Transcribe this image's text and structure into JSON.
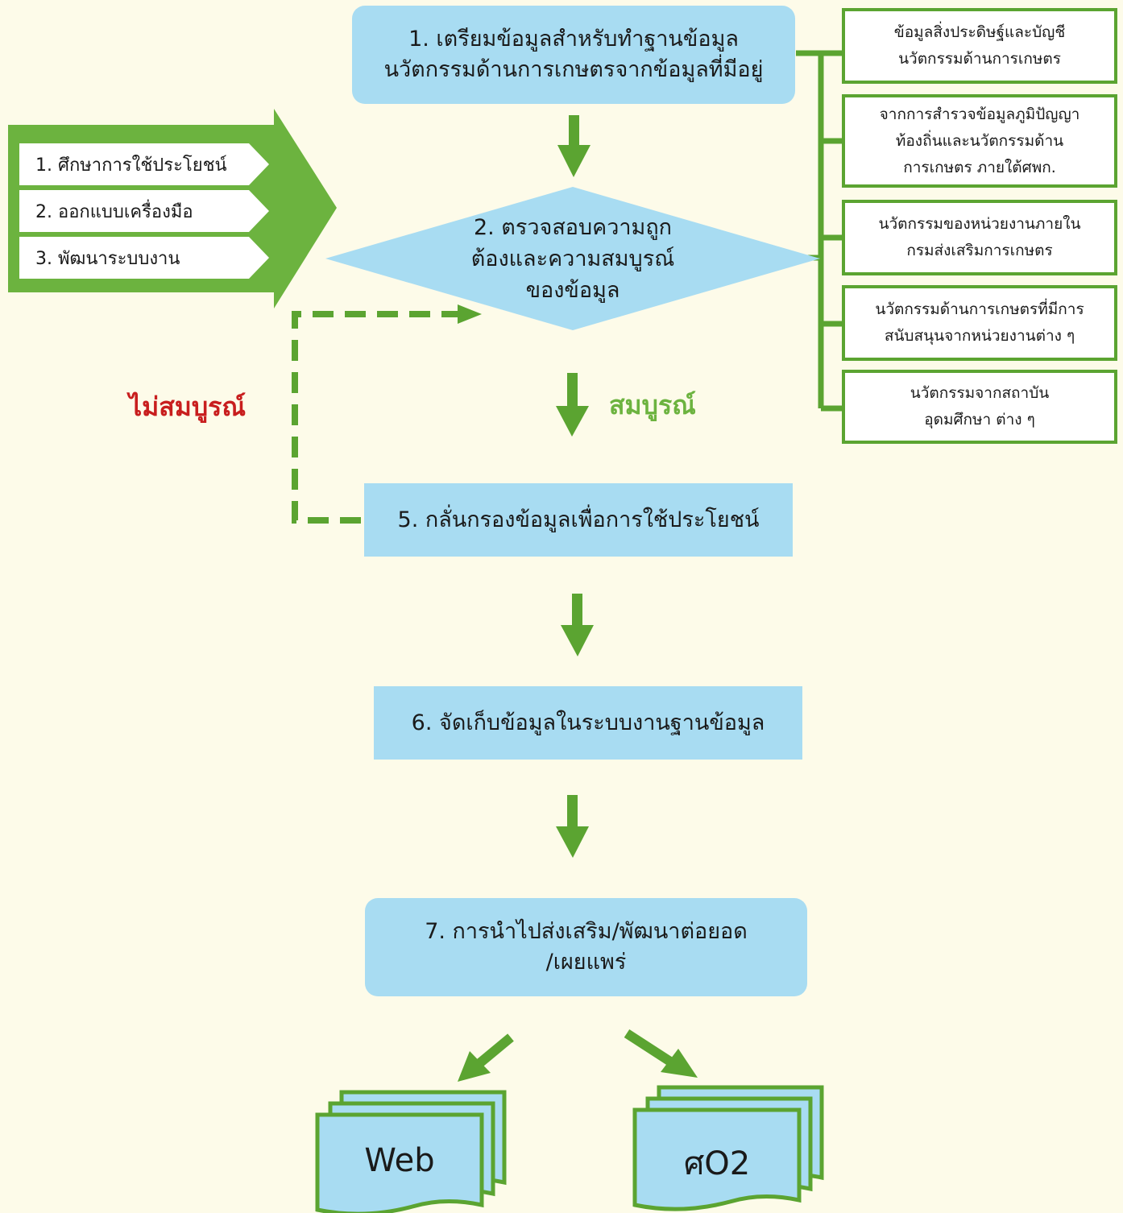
{
  "node1": {
    "line1": "1. เตรียมข้อมูลสำหรับทำฐานข้อมูล",
    "line2": "นวัตกรรมด้านการเกษตรจากข้อมูลที่มีอยู่"
  },
  "node2": {
    "line1": "2. ตรวจสอบความถูก",
    "line2": "ต้องและความสมบูรณ์",
    "line3": "ของข้อมูล"
  },
  "node5": {
    "label": "5. กลั่นกรองข้อมูลเพื่อการใช้ประโยชน์"
  },
  "node6": {
    "label": "6. จัดเก็บข้อมูลในระบบงานฐานข้อมูล"
  },
  "node7": {
    "line1": "7. การนำไปส่งเสริม/พัฒนาต่อยอด",
    "line2": "/เผยแพร่"
  },
  "steps": [
    {
      "label": "1. ศึกษาการใช้ประโยชน์"
    },
    {
      "label": "2. ออกแบบเครื่องมือ"
    },
    {
      "label": "3. พัฒนาระบบงาน"
    }
  ],
  "sources": [
    {
      "line1": "ข้อมูลสิ่งประดิษฐ์และบัญชี",
      "line2": "นวัตกรรมด้านการเกษตร",
      "line3": ""
    },
    {
      "line1": "จากการสำรวจข้อมูลภูมิปัญญา",
      "line2": "ท้องถิ่นและนวัตกรรมด้าน",
      "line3": "การเกษตร ภายใต้ศพก."
    },
    {
      "line1": "นวัตกรรมของหน่วยงานภายใน",
      "line2": "กรมส่งเสริมการเกษตร",
      "line3": ""
    },
    {
      "line1": "นวัตกรรมด้านการเกษตรที่มีการ",
      "line2": "สนับสนุนจากหน่วยงานต่าง ๆ",
      "line3": ""
    },
    {
      "line1": "นวัตกรรมจากสถาบัน",
      "line2": "อุดมศึกษา ต่าง ๆ",
      "line3": ""
    }
  ],
  "labels": {
    "complete": "สมบูรณ์",
    "incomplete": "ไม่สมบูรณ์"
  },
  "outputs": {
    "web": "Web",
    "form": "ศO2"
  },
  "colors": {
    "background": "#fdfbe9",
    "box": "#a8dcf2",
    "green": "#5ba431",
    "red": "#c81e1e"
  }
}
